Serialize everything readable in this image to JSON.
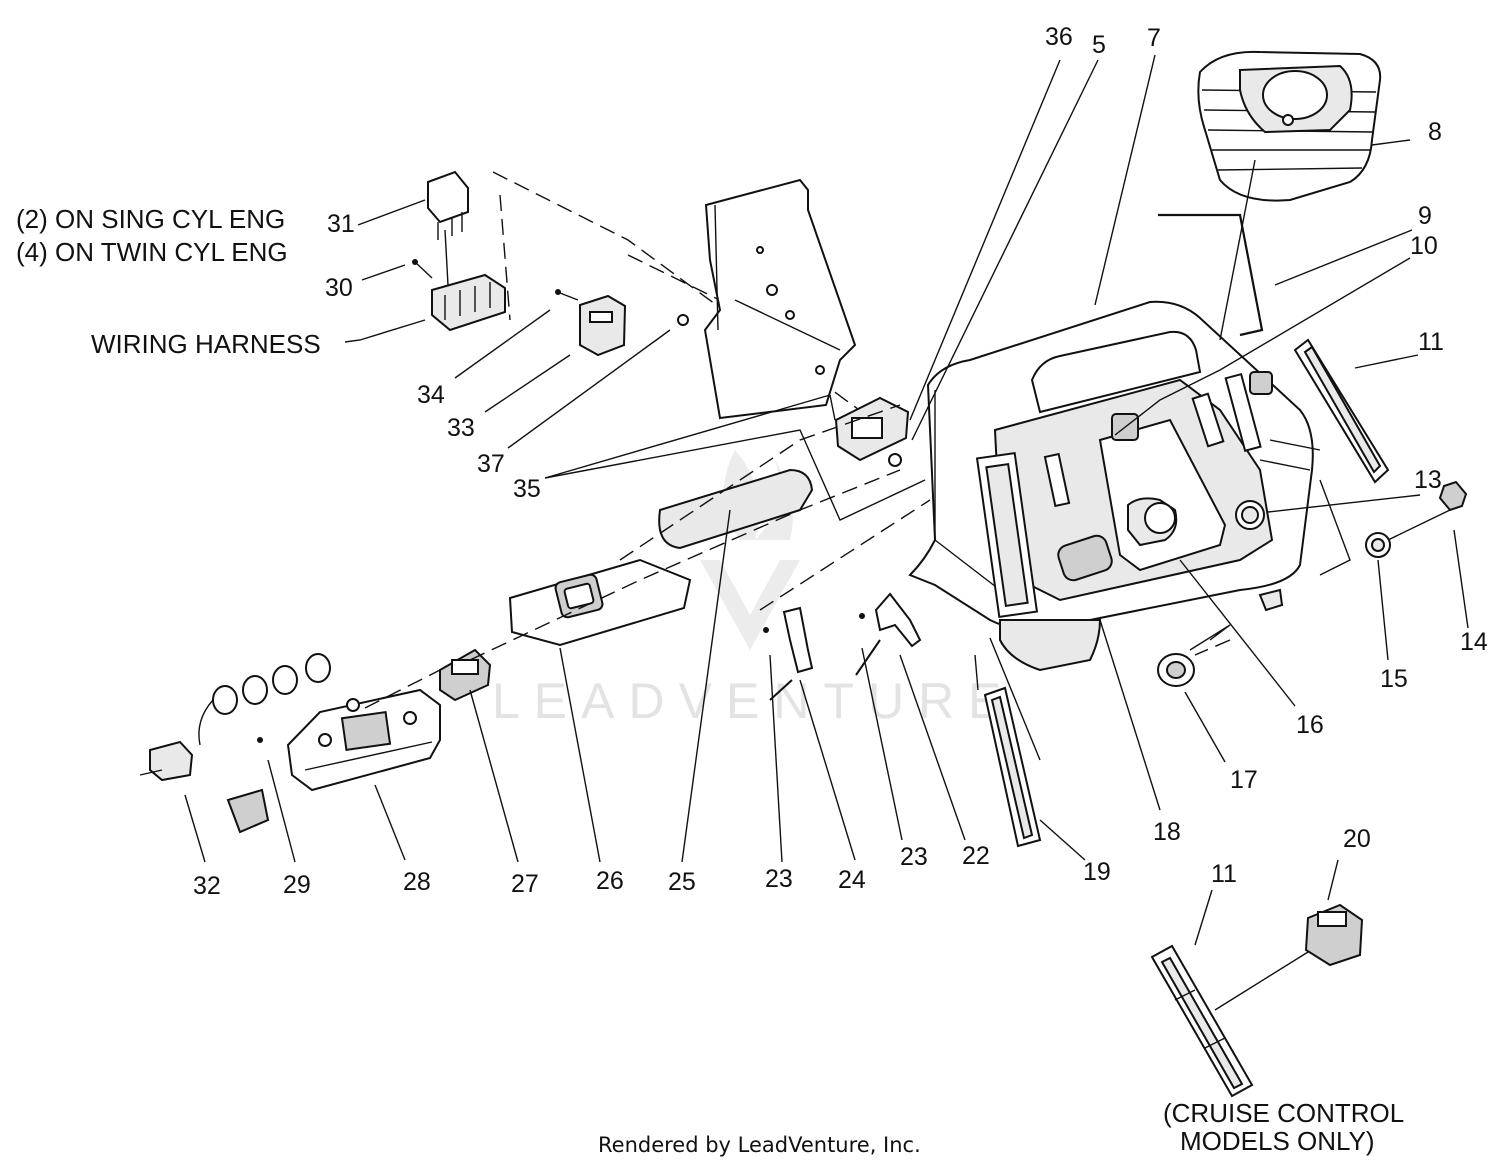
{
  "callouts": [
    {
      "id": "36",
      "label": "36"
    },
    {
      "id": "5",
      "label": "5"
    },
    {
      "id": "7",
      "label": "7"
    },
    {
      "id": "8",
      "label": "8"
    },
    {
      "id": "9",
      "label": "9"
    },
    {
      "id": "10",
      "label": "10"
    },
    {
      "id": "11a",
      "label": "11"
    },
    {
      "id": "13",
      "label": "13"
    },
    {
      "id": "14",
      "label": "14"
    },
    {
      "id": "15",
      "label": "15"
    },
    {
      "id": "16",
      "label": "16"
    },
    {
      "id": "17",
      "label": "17"
    },
    {
      "id": "18",
      "label": "18"
    },
    {
      "id": "19",
      "label": "19"
    },
    {
      "id": "20",
      "label": "20"
    },
    {
      "id": "11b",
      "label": "11"
    },
    {
      "id": "22",
      "label": "22"
    },
    {
      "id": "23a",
      "label": "23"
    },
    {
      "id": "23b",
      "label": "23"
    },
    {
      "id": "24",
      "label": "24"
    },
    {
      "id": "25",
      "label": "25"
    },
    {
      "id": "26",
      "label": "26"
    },
    {
      "id": "27",
      "label": "27"
    },
    {
      "id": "28",
      "label": "28"
    },
    {
      "id": "29",
      "label": "29"
    },
    {
      "id": "32",
      "label": "32"
    },
    {
      "id": "31",
      "label": "31"
    },
    {
      "id": "30",
      "label": "30"
    },
    {
      "id": "34",
      "label": "34"
    },
    {
      "id": "33",
      "label": "33"
    },
    {
      "id": "37",
      "label": "37"
    },
    {
      "id": "35",
      "label": "35"
    }
  ],
  "notes": {
    "sing_cyl": "(2) ON SING CYL ENG",
    "twin_cyl": "(4) ON TWIN CYL ENG",
    "wiring_harness": "WIRING HARNESS",
    "cruise_line1": "(CRUISE CONTROL",
    "cruise_line2": "MODELS ONLY)"
  },
  "watermark": "LEADVENTURE",
  "footer": "Rendered by LeadVenture, Inc."
}
